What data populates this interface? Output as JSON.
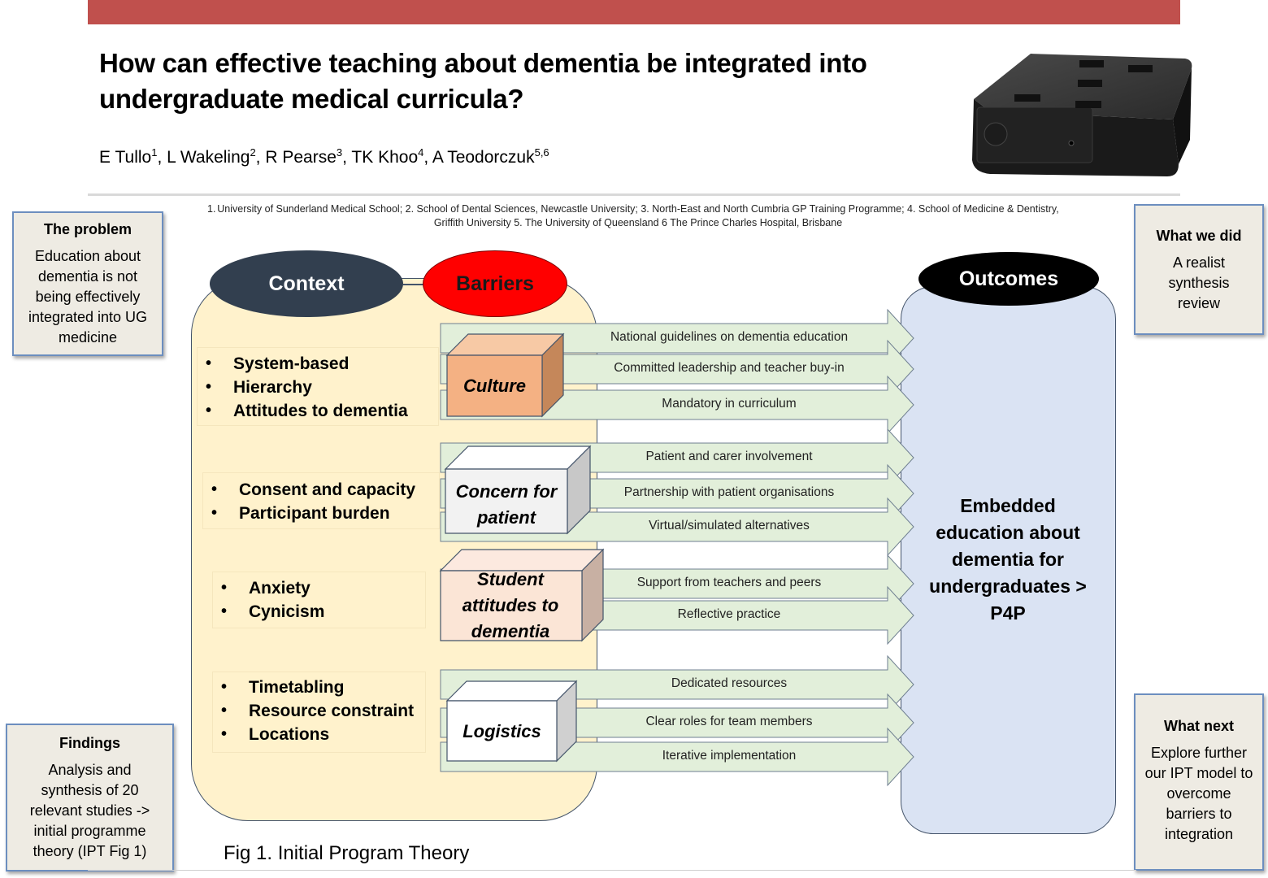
{
  "header": {
    "title": "How can effective teaching about dementia be integrated into undergraduate medical curricula?",
    "authors": [
      {
        "name": "E Tullo",
        "sup": "1"
      },
      {
        "name": "L Wakeling",
        "sup": "2"
      },
      {
        "name": "R Pearse",
        "sup": "3"
      },
      {
        "name": "TK Khoo",
        "sup": "4"
      },
      {
        "name": "A Teodorczuk",
        "sup": "5,6"
      }
    ],
    "affiliation_number": "1.",
    "affiliations": "University of Sunderland Medical School; 2. School of Dental Sciences, Newcastle University; 3. North-East and North Cumbria GP Training Programme;  4. School of Medicine & Dentistry, Griffith University 5. The University of Queensland 6 The Prince Charles Hospital, Brisbane",
    "image_icon": "camera-device-icon",
    "accent_color": "#c0504d"
  },
  "sideboxes": {
    "problem": {
      "heading": "The problem",
      "body": "Education about dementia is not being effectively integrated into UG medicine"
    },
    "what_we_did": {
      "heading": "What we did",
      "body": "A realist synthesis review"
    },
    "findings": {
      "heading": "Findings",
      "body": "Analysis and synthesis of 20 relevant studies -> initial programme theory (IPT Fig 1)"
    },
    "what_next": {
      "heading": "What next",
      "body": "Explore further our IPT model to overcome barriers to integration"
    }
  },
  "diagram": {
    "context_label": "Context",
    "barriers_label": "Barriers",
    "outcomes_label": "Outcomes",
    "colors": {
      "context": "#323f4f",
      "barriers": "#ff0000",
      "outcomes": "#000000",
      "context_panel": "#fff2cc",
      "outcome_panel": "#dae3f3",
      "arrow": "#e2efda"
    },
    "groups": [
      {
        "context": [
          "System-based",
          "Hierarchy",
          "Attitudes to dementia"
        ],
        "barrier": "Culture",
        "barrier_color": "#f4b183",
        "mechanisms": [
          "National guidelines on dementia education",
          "Committed leadership and teacher buy-in",
          "Mandatory in curriculum"
        ]
      },
      {
        "context": [
          "Consent and capacity",
          "Participant burden"
        ],
        "barrier": "Concern for patient",
        "barrier_color": "#f2f2f2",
        "mechanisms": [
          "Patient and carer involvement",
          "Partnership with patient organisations",
          "Virtual/simulated alternatives"
        ]
      },
      {
        "context": [
          "Anxiety",
          "Cynicism"
        ],
        "barrier": "Student attitudes to dementia",
        "barrier_color": "#fbe5d6",
        "mechanisms": [
          "Support from teachers and peers",
          "Reflective practice"
        ]
      },
      {
        "context": [
          "Timetabling",
          "Resource constraint",
          "Locations"
        ],
        "barrier": "Logistics",
        "barrier_color": "#ffffff",
        "mechanisms": [
          "Dedicated resources",
          "Clear roles for team members",
          "Iterative implementation"
        ]
      }
    ],
    "outcome": "Embedded education about dementia for undergraduates > P4P",
    "caption": "Fig 1. Initial Program Theory"
  }
}
